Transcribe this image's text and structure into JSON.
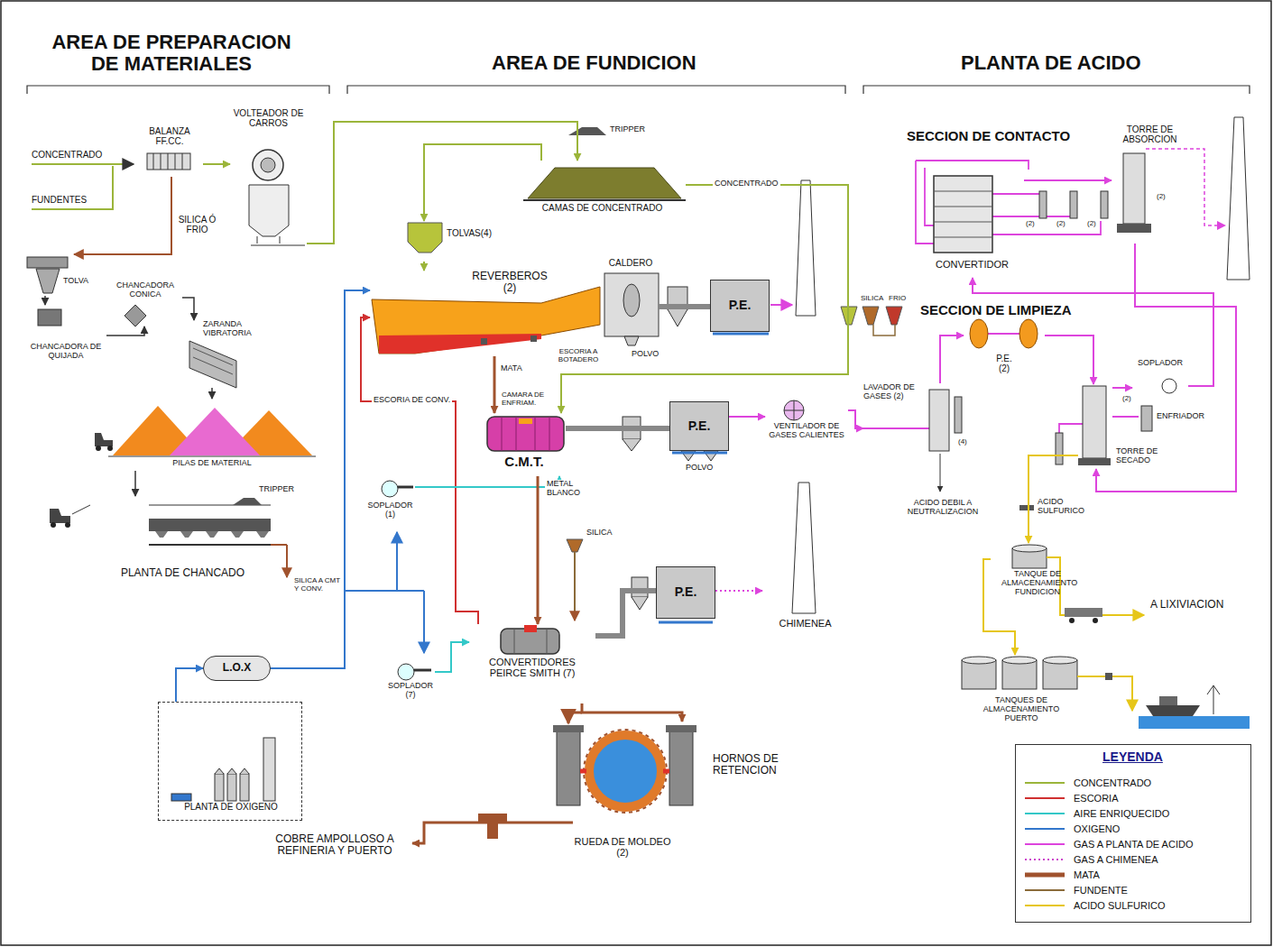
{
  "diagram": {
    "nodes": [
      {
        "text": [
          "BALANZA FF.CC."
        ]
      },
      {
        "text": [
          "VOLTEADOR DE CARROS"
        ]
      },
      {
        "text": [
          "CAMAS DE CONCENTRADO"
        ]
      },
      {
        "text": [
          "TOLVAS(4)"
        ]
      },
      {
        "text": [
          "REVERBEROS (2)"
        ]
      },
      {
        "text": [
          "CALDERO"
        ]
      },
      {
        "text": [
          "P.E."
        ]
      },
      {
        "text": [
          "C.M.T."
        ]
      },
      {
        "text": [
          "P.E."
        ]
      },
      {
        "text": [
          "VENTILADOR DE GASES CALIENTES"
        ]
      },
      {
        "text": [
          "SOPLADOR (1)"
        ]
      },
      {
        "text": [
          "CONVERTIDORES PEIRCE SMITH (7)"
        ]
      },
      {
        "text": [
          "P.E."
        ]
      },
      {
        "text": [
          "CHIMENEA"
        ]
      },
      {
        "text": [
          "SOPLADOR (7)"
        ]
      },
      {
        "text": [
          "L.O.X"
        ]
      },
      {
        "text": [
          "PLANTA DE OXIGENO"
        ]
      },
      {
        "text": [
          "HORNOS DE RETENCION"
        ]
      },
      {
        "text": [
          "RUEDA DE MOLDEO (2)"
        ]
      },
      {
        "text": [
          "COBRE AMPOLLOSO A REFINERIA Y PUERTO"
        ]
      },
      {
        "text": [
          "TOLVA"
        ]
      },
      {
        "text": [
          "CHANCADORA CONICA"
        ]
      },
      {
        "text": [
          "CHANCADORA DE QUIJADA"
        ]
      },
      {
        "text": [
          "ZARANDA VIBRATORIA"
        ]
      },
      {
        "text": [
          "PILAS DE MATERIAL"
        ]
      },
      {
        "text": [
          "PLANTA DE CHANCADO"
        ]
      },
      {
        "text": [
          "LAVADOR DE GASES (2)"
        ]
      },
      {
        "text": [
          "P.E. (2)"
        ]
      },
      {
        "text": [
          "TORRE DE SECADO"
        ]
      },
      {
        "text": [
          "ENFRIADOR"
        ]
      },
      {
        "text": [
          "SOPLADOR"
        ]
      },
      {
        "text": [
          "CONVERTIDOR"
        ]
      },
      {
        "text": [
          "TORRE DE ABSORCION"
        ]
      },
      {
        "text": [
          "TANQUE DE ALMACENAMIENTO FUNDICION"
        ]
      },
      {
        "text": [
          "TANQUES DE ALMACENAMIENTO PUERTO"
        ]
      }
    ],
    "edges": [
      {
        "from": 0,
        "to": 1,
        "arrow": "to"
      },
      {
        "from": 1,
        "to": 2,
        "arrow": "to"
      },
      {
        "from": 2,
        "to": 3,
        "arrow": "to"
      },
      {
        "from": 3,
        "to": 4,
        "arrow": "to"
      },
      {
        "from": 2,
        "to": 7,
        "arrow": "to",
        "label": "CONCENTRADO"
      },
      {
        "from": 5,
        "to": 6,
        "arrow": "none"
      },
      {
        "from": 4,
        "to": 7,
        "arrow": "to",
        "label": "MATA"
      },
      {
        "from": 11,
        "to": 4,
        "arrow": "to",
        "label": "ESCORIA DE CONV."
      },
      {
        "from": 7,
        "to": 8,
        "arrow": "none"
      },
      {
        "from": 8,
        "to": 9,
        "arrow": "to"
      },
      {
        "from": 9,
        "to": 26,
        "arrow": "to"
      },
      {
        "from": 10,
        "to": 7,
        "arrow": "to"
      },
      {
        "from": 7,
        "to": 11,
        "arrow": "to",
        "label": "METAL BLANCO"
      },
      {
        "from": 14,
        "to": 11,
        "arrow": "to"
      },
      {
        "from": 15,
        "to": 4,
        "arrow": "to"
      },
      {
        "from": 16,
        "to": 15,
        "arrow": "to"
      },
      {
        "from": 11,
        "to": 12,
        "arrow": "none"
      },
      {
        "from": 12,
        "to": 13,
        "arrow": "to"
      },
      {
        "from": 11,
        "to": 17,
        "arrow": "to"
      },
      {
        "from": 18,
        "to": 19,
        "arrow": "to"
      },
      {
        "from": 20,
        "to": 22,
        "arrow": "to"
      },
      {
        "from": 22,
        "to": 21,
        "arrow": "to"
      },
      {
        "from": 21,
        "to": 23,
        "arrow": "to"
      },
      {
        "from": 23,
        "to": 24,
        "arrow": "to"
      },
      {
        "from": 24,
        "to": 25,
        "arrow": "to"
      },
      {
        "from": 26,
        "to": 27,
        "arrow": "to"
      },
      {
        "from": 27,
        "to": 28,
        "arrow": "to"
      },
      {
        "from": 28,
        "to": 30,
        "arrow": "to"
      },
      {
        "from": 30,
        "to": 31,
        "arrow": "to"
      },
      {
        "from": 31,
        "to": 32,
        "arrow": "to"
      },
      {
        "from": 32,
        "to": 28,
        "arrow": "to"
      },
      {
        "from": 28,
        "to": 33,
        "arrow": "to"
      },
      {
        "from": 28,
        "to": 29,
        "arrow": "none"
      },
      {
        "from": 33,
        "to": 34,
        "arrow": "to"
      }
    ],
    "labels": [
      "AREA DE PREPARACION DE MATERIALES",
      "AREA DE FUNDICION",
      "PLANTA DE ACIDO",
      "CONCENTRADO",
      "FUNDENTES",
      "SILICA Ó FRIO",
      "TRIPPER",
      "ESCORIA A BOTADERO",
      "POLVO",
      "SILICA",
      "FRIO",
      "CAMARA DE ENFRIAM.",
      "POLVO",
      "SILICA",
      "SILICA A CMT Y CONV.",
      "TRIPPER",
      "SECCION DE CONTACTO",
      "(2)",
      "(2)",
      "(2)",
      "(2)",
      "SECCION DE LIMPIEZA",
      "(4)",
      "(2)",
      "ACIDO DEBIL A NEUTRALIZACION",
      "ACIDO SULFURICO",
      "A LIXIVIACION",
      "LEYENDA"
    ],
    "legend": [
      {
        "text": "CONCENTRADO",
        "color": "#9bb53a"
      },
      {
        "text": "ESCORIA",
        "color": "#d03030"
      },
      {
        "text": "AIRE ENRIQUECIDO",
        "color": "#33c8c8"
      },
      {
        "text": "OXIGENO",
        "color": "#3377cc"
      },
      {
        "text": "GAS A PLANTA DE ACIDO",
        "color": "#dd44dd"
      },
      {
        "text": "GAS A CHIMENEA",
        "color": "#cc44cc"
      },
      {
        "text": "MATA",
        "color": "#a0522d"
      },
      {
        "text": "FUNDENTE",
        "color": "#8b6b3a"
      },
      {
        "text": "ACIDO SULFURICO",
        "color": "#e6c619"
      }
    ]
  }
}
